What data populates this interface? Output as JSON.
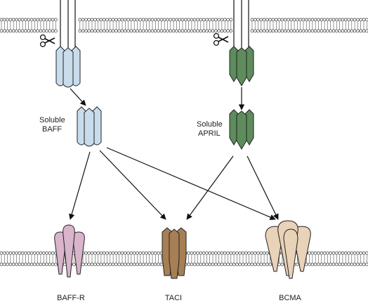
{
  "labels": {
    "soluble_baff_line1": "Soluble",
    "soluble_baff_line2": "BAFF",
    "soluble_april_line1": "Soluble",
    "soluble_april_line2": "APRIL",
    "baff_r": "BAFF-R",
    "taci": "TACI",
    "bcma": "BCMA"
  },
  "colors": {
    "baff": "#c9dcec",
    "april": "#5e8c5c",
    "baff_r": "#d9b4cb",
    "taci": "#a67f55",
    "bcma": "#e8d2b8",
    "membrane_head": "#ffffff",
    "membrane_stroke": "#333333",
    "arrow": "#111111"
  },
  "icons": {
    "cleavage": "scissors-icon"
  }
}
